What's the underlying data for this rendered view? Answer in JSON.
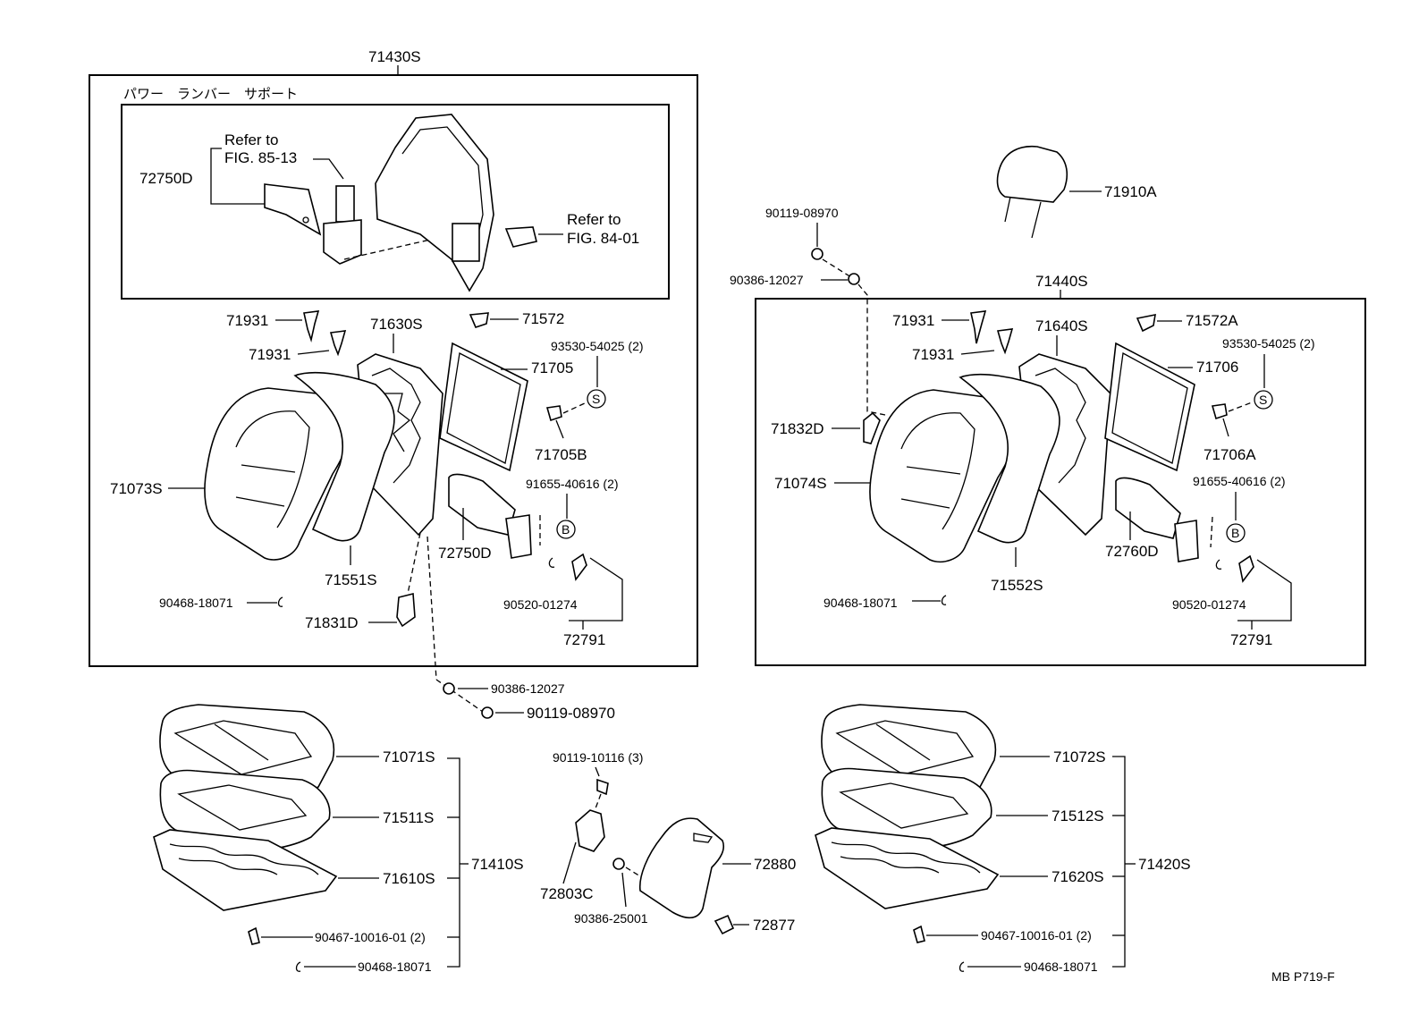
{
  "figure_code": "MB P719-F",
  "left_back": {
    "assembly": "71430S",
    "subbox_title": "パワー　ランバー　サポート",
    "refer_a_line1": "Refer to",
    "refer_a_line2": "FIG. 85-13",
    "refer_b_line1": "Refer to",
    "refer_b_line2": "FIG. 84-01",
    "motor": "72750D",
    "clip_a": "71931",
    "clip_b": "71931",
    "frame": "71630S",
    "bracket": "71572",
    "board": "71705",
    "screw": "93530-54025 (2)",
    "screw_mark": "S",
    "board_clip": "71705B",
    "cover": "71073S",
    "pad": "71551S",
    "bolt": "91655-40616 (2)",
    "bolt_mark": "B",
    "knob_cover": "72750D",
    "hog_ring": "90468-18071",
    "ring": "90520-01274",
    "knob": "72791",
    "bracket_d": "71831D"
  },
  "center_fasteners": {
    "bush": "90386-12027",
    "nut": "90119-08970",
    "bolt": "90119-10116 (3)",
    "bracket": "72803C",
    "console": "72880",
    "cushion": "90386-25001",
    "hook": "72877"
  },
  "right_top": {
    "bush": "90386-12027",
    "nut": "90119-08970",
    "headrest": "71910A",
    "support": "71832D"
  },
  "right_back": {
    "assembly": "71440S",
    "clip_a": "71931",
    "clip_b": "71931",
    "frame": "71640S",
    "bracket": "71572A",
    "board": "71706",
    "screw": "93530-54025 (2)",
    "screw_mark": "S",
    "board_clip": "71706A",
    "cover": "71074S",
    "pad": "71552S",
    "bolt": "91655-40616 (2)",
    "bolt_mark": "B",
    "knob_cover": "72760D",
    "hog_ring": "90468-18071",
    "ring": "90520-01274",
    "knob": "72791"
  },
  "left_cushion": {
    "assembly": "71410S",
    "cover": "71071S",
    "pad": "71511S",
    "frame": "71610S",
    "clip": "90467-10016-01 (2)",
    "hog_ring": "90468-18071"
  },
  "right_cushion": {
    "assembly": "71420S",
    "cover": "71072S",
    "pad": "71512S",
    "frame": "71620S",
    "clip": "90467-10016-01 (2)",
    "hog_ring": "90468-18071"
  }
}
